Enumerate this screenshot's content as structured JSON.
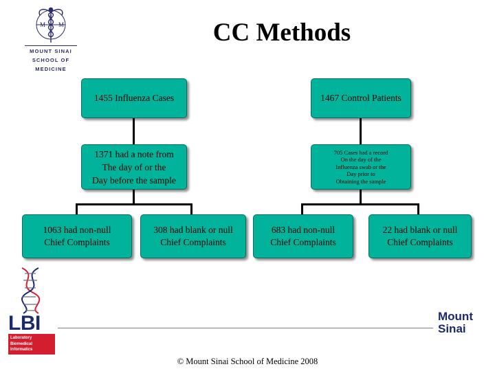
{
  "slide": {
    "title": "CC Methods",
    "footer": "© Mount Sinai School of Medicine 2008"
  },
  "logos": {
    "msm": {
      "name": "msm-logo",
      "line1": "MOUNT SINAI",
      "line2": "SCHOOL OF",
      "line3": "MEDICINE",
      "mark": "caduceus-icon"
    },
    "lbi": {
      "name": "lbi-logo",
      "word": "LBI",
      "sub_line1": "Laboratory",
      "sub_line2": "Biomedical",
      "sub_line3": "Informatics",
      "mark": "dna-helix-icon"
    },
    "mount_sinai": {
      "name": "mount-sinai-logo",
      "line1": "Mount",
      "line2": "Sinai"
    }
  },
  "flow": {
    "box_color": "#00b39a",
    "border_color": "#0d6b60",
    "nodes": {
      "influenza_cases": "1455 Influenza Cases",
      "control_patients": "1467 Control Patients",
      "note_line1": "1371 had a note from",
      "note_line2": "The day of or the",
      "note_line3": "Day before the sample",
      "record_line1": "705 Cases had a record",
      "record_line2": "On the day of the",
      "record_line3": "Influenza swab or the",
      "record_line4": "Day  prior to",
      "record_line5": "Obtaining the sample",
      "cases_nonnull_line1": "1063 had non-null",
      "cases_nonnull_line2": "Chief Complaints",
      "cases_blank_line1": "308 had blank or null",
      "cases_blank_line2": "Chief Complaints",
      "controls_nonnull_line1": "683 had non-null",
      "controls_nonnull_line2": "Chief Complaints",
      "controls_blank_line1": "22 had blank or null",
      "controls_blank_line2": "Chief Complaints"
    }
  }
}
